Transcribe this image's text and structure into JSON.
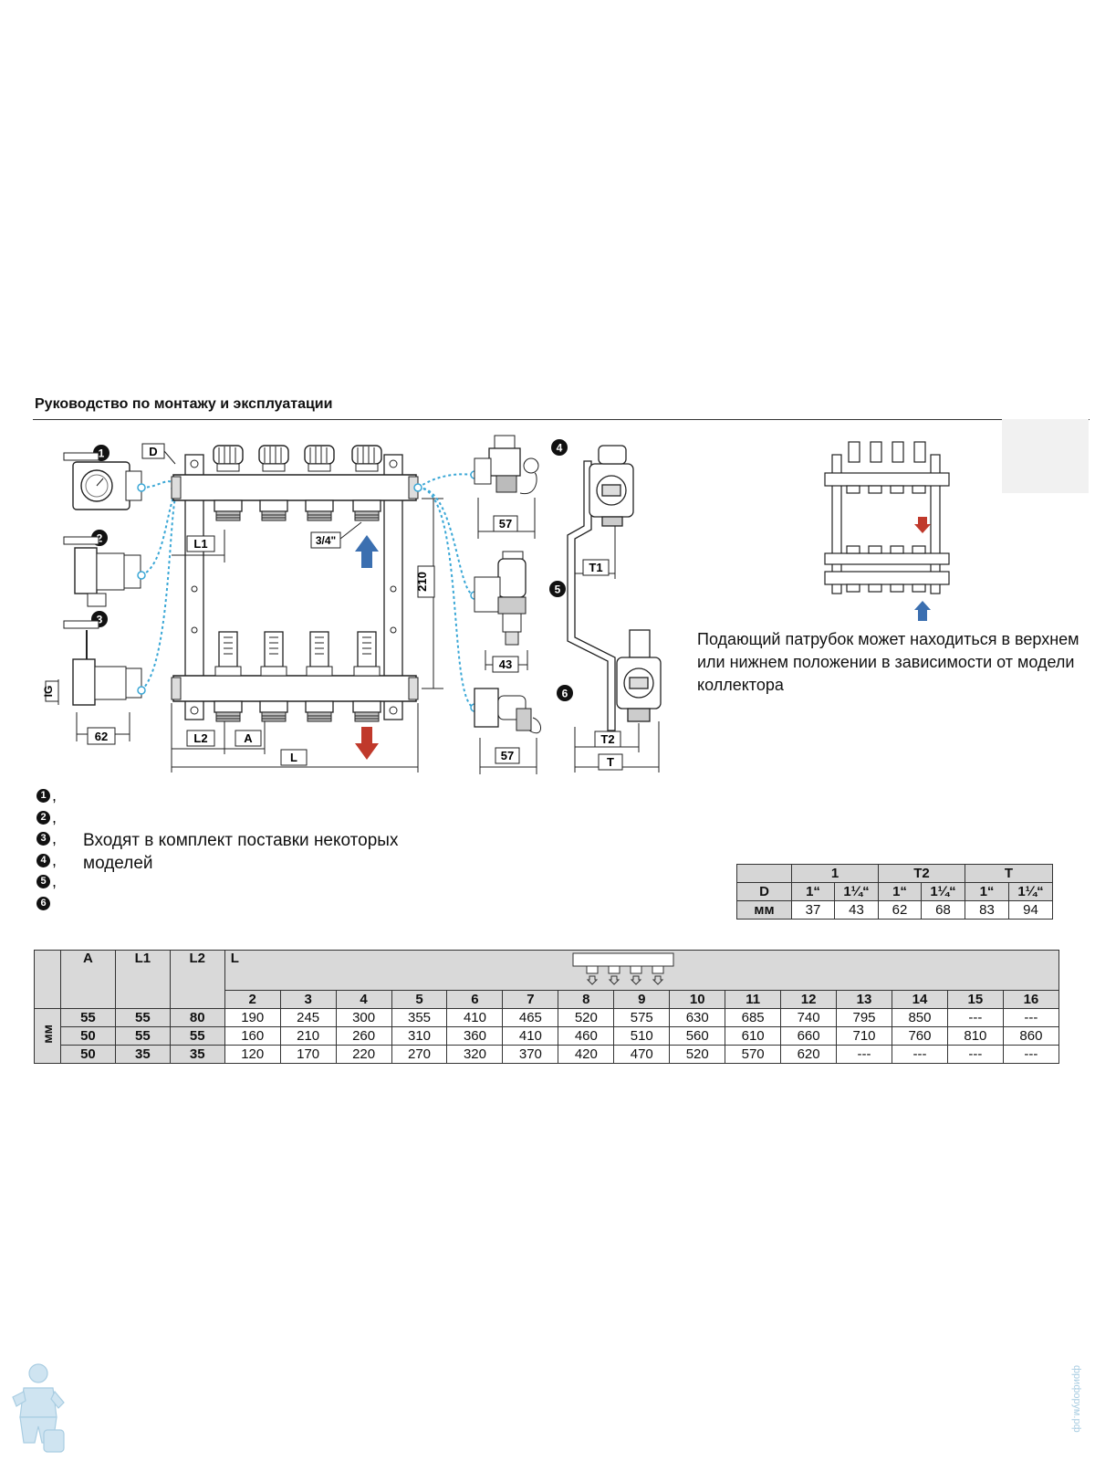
{
  "header": {
    "title": "Руководство по монтажу и эксплуатации"
  },
  "diagram": {
    "markers": [
      "1",
      "2",
      "3",
      "4",
      "5",
      "6"
    ],
    "labels": {
      "D": "D",
      "L1": "L1",
      "L2": "L2",
      "A": "A",
      "L": "L",
      "IG": "IG",
      "thread": "3/4\"",
      "height": "210",
      "w62": "62",
      "w57a": "57",
      "w43": "43",
      "w57b": "57",
      "T1": "T1",
      "T2": "T2",
      "T": "T"
    },
    "colors": {
      "supply_arrow": "#3b6fb0",
      "return_arrow": "#c0392b",
      "link_line": "#3aa7d6"
    }
  },
  "note": "Подающий патрубок может находиться в верхнем или нижнем положении в зависимости от модели коллектора",
  "legend": {
    "markers": [
      "1",
      "2",
      "3",
      "4",
      "5",
      "6"
    ],
    "separators": [
      ",",
      ",",
      ",",
      ",",
      ",",
      ""
    ],
    "text_line1": "Входят в комплект поставки некоторых",
    "text_line2": "моделей"
  },
  "table_d": {
    "head": [
      "1",
      "T2",
      "T"
    ],
    "row_d": [
      "D",
      "1“",
      "1¼“",
      "1“",
      "1¼“",
      "1“",
      "1¼“"
    ],
    "row_mm": [
      "мм",
      "37",
      "43",
      "62",
      "68",
      "83",
      "94"
    ]
  },
  "table_main": {
    "headers": [
      "A",
      "L1",
      "L2",
      "L"
    ],
    "unit": "мм",
    "outlets": [
      "2",
      "3",
      "4",
      "5",
      "6",
      "7",
      "8",
      "9",
      "10",
      "11",
      "12",
      "13",
      "14",
      "15",
      "16"
    ],
    "rows": [
      [
        "55",
        "55",
        "80",
        "190",
        "245",
        "300",
        "355",
        "410",
        "465",
        "520",
        "575",
        "630",
        "685",
        "740",
        "795",
        "850",
        "---",
        "---"
      ],
      [
        "50",
        "55",
        "55",
        "160",
        "210",
        "260",
        "310",
        "360",
        "410",
        "460",
        "510",
        "560",
        "610",
        "660",
        "710",
        "760",
        "810",
        "860"
      ],
      [
        "50",
        "35",
        "35",
        "120",
        "170",
        "220",
        "270",
        "320",
        "370",
        "420",
        "470",
        "520",
        "570",
        "620",
        "---",
        "---",
        "---",
        "---"
      ]
    ]
  },
  "watermark": {
    "site": "фрифорум.рф"
  }
}
